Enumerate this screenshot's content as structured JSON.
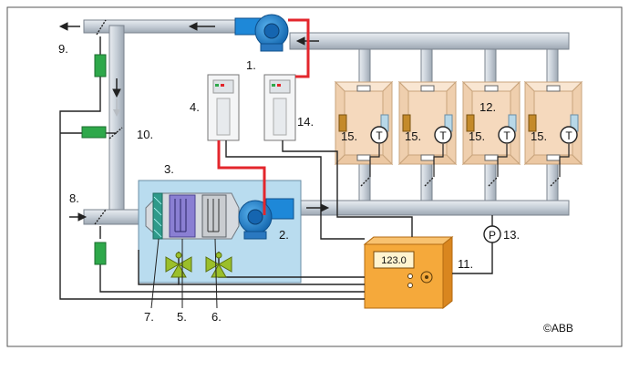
{
  "labels": {
    "l1": "1.",
    "l2": "2.",
    "l3": "3.",
    "l4": "4.",
    "l5": "5.",
    "l6": "6.",
    "l7": "7.",
    "l8": "8.",
    "l9": "9.",
    "l10": "10.",
    "l11": "11.",
    "l12": "12.",
    "l13": "13.",
    "l14": "14.",
    "l15a": "15.",
    "l15b": "15.",
    "l15c": "15.",
    "l15d": "15."
  },
  "sensor_T": "T",
  "sensor_P": "P",
  "controller_display": "123.0",
  "copyright": "©ABB",
  "colors": {
    "fan_blue": "#1e88d8",
    "ahu_box": "#b9dcef",
    "controller": "#f5a93b",
    "room": "#f5d9bd",
    "damper_green": "#2ea84a",
    "valve_green": "#9bbf2a",
    "wire_red": "#e3262c"
  }
}
